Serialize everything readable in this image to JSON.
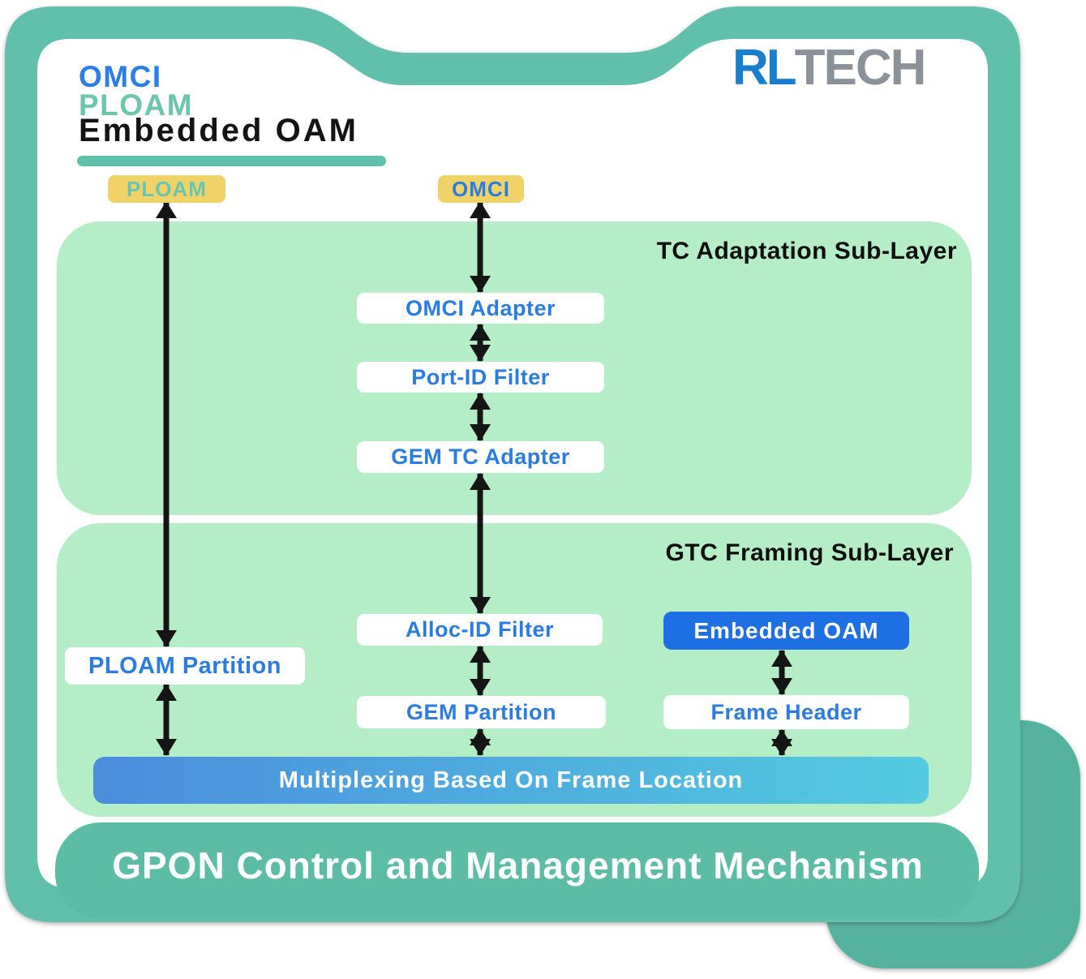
{
  "legend": {
    "omci": "OMCI",
    "ploam": "PLOAM",
    "embedded_oam": "Embedded OAM"
  },
  "logo": {
    "rl": "RL",
    "tech": "TECH"
  },
  "badges": {
    "ploam": "PLOAM",
    "omci": "OMCI"
  },
  "layers": {
    "tc_adaptation": {
      "title": "TC Adaptation Sub-Layer",
      "boxes": {
        "omci_adapter": "OMCI Adapter",
        "port_id_filter": "Port-ID Filter",
        "gem_tc_adapter": "GEM TC Adapter"
      }
    },
    "gtc_framing": {
      "title": "GTC Framing Sub-Layer",
      "boxes": {
        "ploam_partition": "PLOAM Partition",
        "alloc_id_filter": "Alloc-ID Filter",
        "gem_partition": "GEM Partition",
        "embedded_oam": "Embedded OAM",
        "frame_header": "Frame Header"
      }
    }
  },
  "multiplexing_bar": {
    "label": "Multiplexing Based On Frame Location"
  },
  "footer": {
    "label": "GPON Control and Management Mechanism"
  },
  "colors": {
    "frame_teal": "#60C0AC",
    "gpon_band_teal": "#5CBCA6",
    "tab_teal": "#55B29E",
    "panel_green": "#B4EDC6",
    "accent_blue": "#2B7CE0",
    "badge_yellow": "#EFD368",
    "embedded_oam_blue": "#1E6FE3",
    "bar_gradient_left": "#4A8EDC",
    "bar_gradient_right": "#53CBE0",
    "arrow_black": "#151515",
    "logo_blue": "#1A7ECF",
    "logo_gray": "#8C929A"
  }
}
